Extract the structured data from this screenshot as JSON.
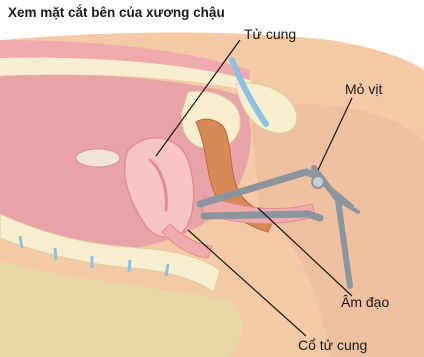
{
  "figure": {
    "title": "Xem mặt cắt bên của xương chậu",
    "labels": {
      "uterus": "Tử cung",
      "speculum": "Mỏ vịt",
      "vagina": "Âm đạo",
      "cervix": "Cổ tử cung"
    }
  },
  "colors": {
    "skin": "#f3c9a6",
    "tissue_pink": "#f0a9ad",
    "uterus_light": "#f7c4c6",
    "muscle": "#e9d8a6",
    "bone": "#f6eecf",
    "spine_blue": "#8fc0df",
    "bowel": "#d88a55",
    "speculum_metal": "#9aa3ad",
    "leader_line": "#1a1a1a"
  }
}
